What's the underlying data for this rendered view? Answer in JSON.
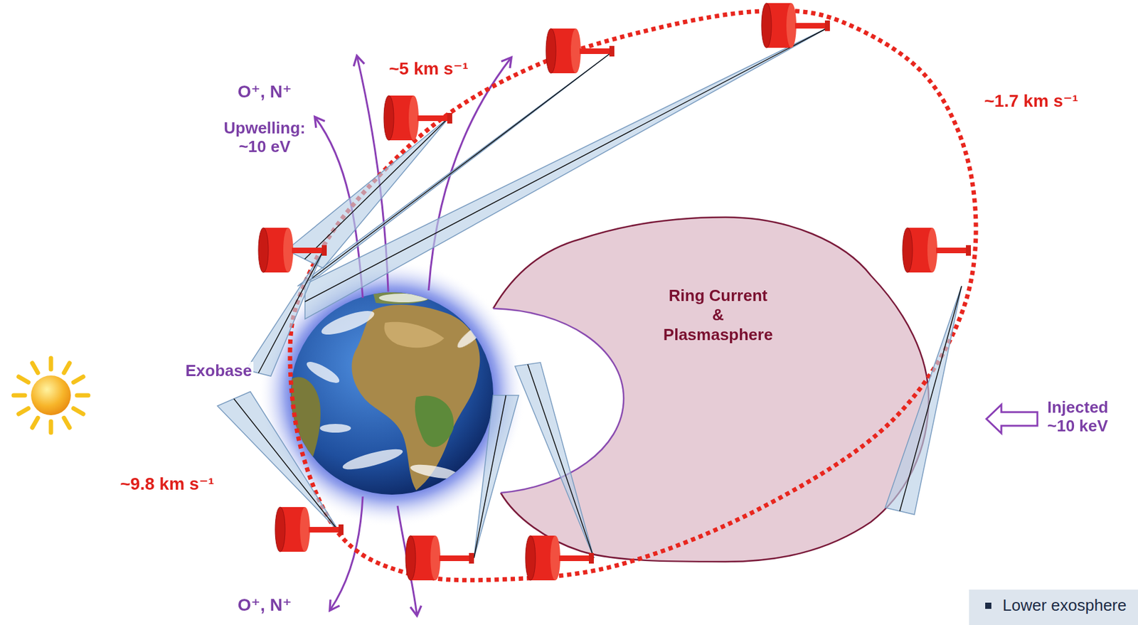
{
  "diagram": {
    "nodes": [
      {
        "text": [
          "Ring Current & Plasmasphere"
        ]
      },
      {
        "text": [
          "Lower exosphere"
        ]
      }
    ],
    "labels": [
      "O⁺, N⁺",
      "Upwelling: ~10 eV",
      "~5 km s⁻¹",
      "~1.7 km s⁻¹",
      "Exobase",
      "~9.8 km s⁻¹",
      "O⁺, N⁺",
      "Injected ~10 keV"
    ]
  }
}
